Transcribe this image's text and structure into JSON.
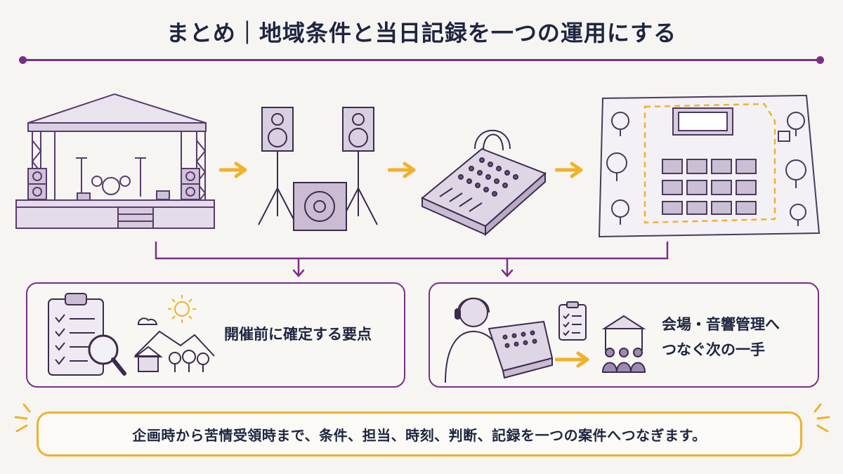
{
  "title": "まとめ｜地域条件と当日記録を一つの運用にする",
  "colors": {
    "accent": "#7a2f86",
    "arrow": "#f0b22a",
    "ink": "#1f2440"
  },
  "flow": {
    "items": [
      {
        "icon": "outdoor-stage-icon"
      },
      {
        "icon": "speaker-set-icon"
      },
      {
        "icon": "audio-mixer-icon"
      },
      {
        "icon": "venue-layout-map-icon"
      }
    ]
  },
  "cards": {
    "left": {
      "text": "開催前に確定する要点",
      "icons": [
        "clipboard-checklist-icon",
        "magnifier-icon",
        "weather-landscape-icon"
      ]
    },
    "right": {
      "line1": "会場・音響管理へ",
      "line2": "つなぐ次の一手",
      "icons": [
        "sound-engineer-icon",
        "checklist-icon",
        "tent-crowd-icon"
      ]
    }
  },
  "banner": {
    "text": "企画時から苦情受領時まで、条件、担当、時刻、判断、記録を一つの案件へつなぎます。"
  }
}
